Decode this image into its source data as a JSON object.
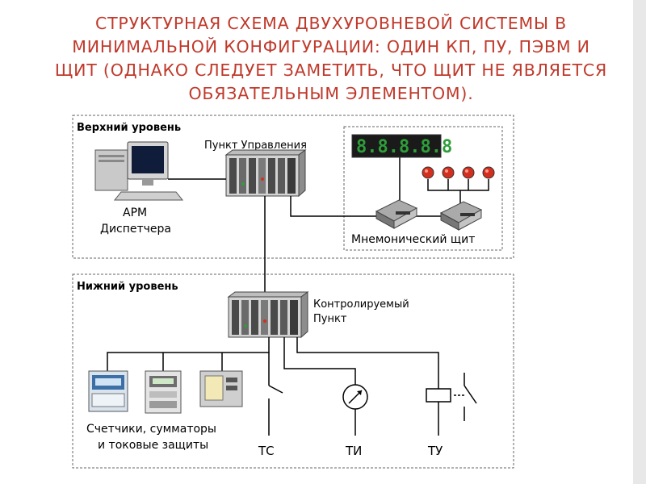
{
  "slide": {
    "title_lines": [
      "СТРУКТУРНАЯ СХЕМА ДВУХУРОВНЕВОЙ СИСТЕМЫ В",
      "МИНИМАЛЬНОЙ КОНФИГУРАЦИИ: ОДИН КП, ПУ, ПЭВМ И",
      "ЩИТ (ОДНАКО СЛЕДУЕТ ЗАМЕТИТЬ, ЧТО ЩИТ НЕ ЯВЛЯЕТСЯ",
      "ОБЯЗАТЕЛЬНЫМ ЭЛЕМЕНТОМ)."
    ],
    "colors": {
      "title": "#c0392b",
      "led_red": "#d32f1f",
      "display_green": "#2e9e3a"
    }
  },
  "diagram": {
    "upper_level": {
      "label": "Верхний уровень",
      "control_point": "Пункт Управления",
      "arm_line1": "АРМ",
      "arm_line2": "Диспетчера",
      "mimic_panel": "Мнемонический щит"
    },
    "lower_level": {
      "label": "Нижний уровень",
      "controlled_point_line1": "Контролируемый",
      "controlled_point_line2": "Пункт",
      "meters_line1": "Счетчики, сумматоры",
      "meters_line2": "и токовые защиты",
      "ts": "ТС",
      "ti": "ТИ",
      "tu": "ТУ"
    }
  }
}
